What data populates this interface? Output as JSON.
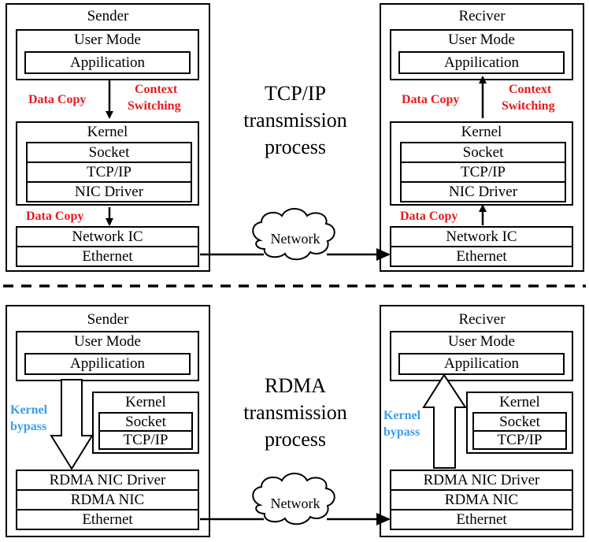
{
  "tcp": {
    "sender": {
      "title": "Sender",
      "user_mode": "User Mode",
      "application": "Appilication",
      "kernel": "Kernel",
      "socket": "Socket",
      "tcpip": "TCP/IP",
      "nic_driver": "NIC Driver",
      "network_ic": "Network IC",
      "ethernet": "Ethernet"
    },
    "receiver": {
      "title": "Reciver",
      "user_mode": "User Mode",
      "application": "Appilication",
      "kernel": "Kernel",
      "socket": "Socket",
      "tcpip": "TCP/IP",
      "nic_driver": "NIC Driver",
      "network_ic": "Network IC",
      "ethernet": "Ethernet"
    },
    "annotations": {
      "data_copy": "Data Copy",
      "context_1": "Context",
      "context_2": "Switching"
    },
    "center": [
      "TCP/IP",
      "transmission",
      "process"
    ],
    "network": "Network"
  },
  "rdma": {
    "sender": {
      "title": "Sender",
      "user_mode": "User Mode",
      "application": "Appilication",
      "kernel": "Kernel",
      "socket": "Socket",
      "tcpip": "TCP/IP",
      "rdma_nic_driver": "RDMA NIC Driver",
      "rdma_nic": "RDMA NIC",
      "ethernet": "Ethernet"
    },
    "receiver": {
      "title": "Reciver",
      "user_mode": "User Mode",
      "application": "Appilication",
      "kernel": "Kernel",
      "socket": "Socket",
      "tcpip": "TCP/IP",
      "rdma_nic_driver": "RDMA NIC Driver",
      "rdma_nic": "RDMA NIC",
      "ethernet": "Ethernet"
    },
    "annotations": {
      "bypass_1": "Kernel",
      "bypass_2": "bypass"
    },
    "center": [
      "RDMA",
      "transmission",
      "process"
    ],
    "network": "Network"
  }
}
